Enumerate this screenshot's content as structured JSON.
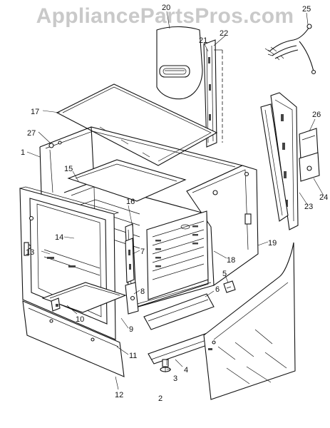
{
  "watermark": "AppliancePartsPros.com",
  "part_labels": {
    "p1": "1",
    "p2": "2",
    "p3": "3",
    "p4": "4",
    "p5": "5",
    "p6": "6",
    "p7": "7",
    "p8": "8",
    "p9": "9",
    "p10": "10",
    "p11": "11",
    "p12": "12",
    "p13": "13",
    "p14": "14",
    "p15": "15",
    "p16": "16",
    "p17": "17",
    "p18": "18",
    "p19": "19",
    "p20": "20",
    "p21": "21",
    "p22": "22",
    "p23": "23",
    "p24": "24",
    "p25": "25",
    "p26": "26",
    "p27": "27"
  },
  "colors": {
    "ink": "#111111",
    "watermark": "#c9c9c9",
    "background": "#ffffff"
  }
}
